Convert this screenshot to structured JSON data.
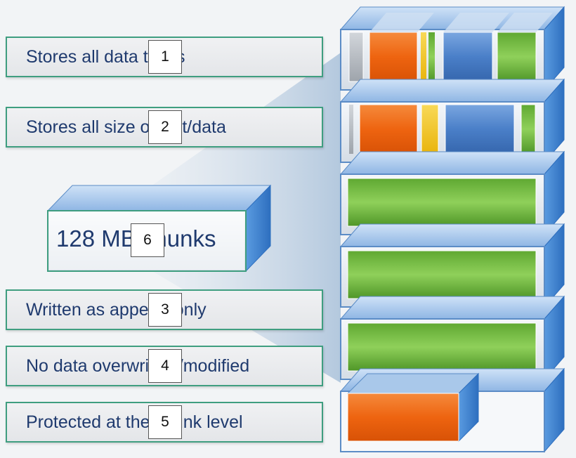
{
  "labels": [
    {
      "text": "Stores all data types",
      "badge": "1"
    },
    {
      "text": "Stores all size object/data",
      "badge": "2"
    },
    {
      "text": "Written as append-only",
      "badge": "3"
    },
    {
      "text": "No data overwritten/modified",
      "badge": "4"
    },
    {
      "text": "Protected at the chunk level",
      "badge": "5"
    }
  ],
  "chunk_block": {
    "text": "128 MB chunks",
    "badge": "6"
  },
  "colors": {
    "orange": "#f06a1a",
    "blue": "#4a7fc8",
    "green": "#6cb63a",
    "yellow": "#f2c31a",
    "gray": "#b7bcc2",
    "frame": "#dde5ee",
    "frame_border": "#5b8cc6",
    "side": "#3a7fd0",
    "label_border": "#3f9e80",
    "text": "#1f3a6e"
  }
}
